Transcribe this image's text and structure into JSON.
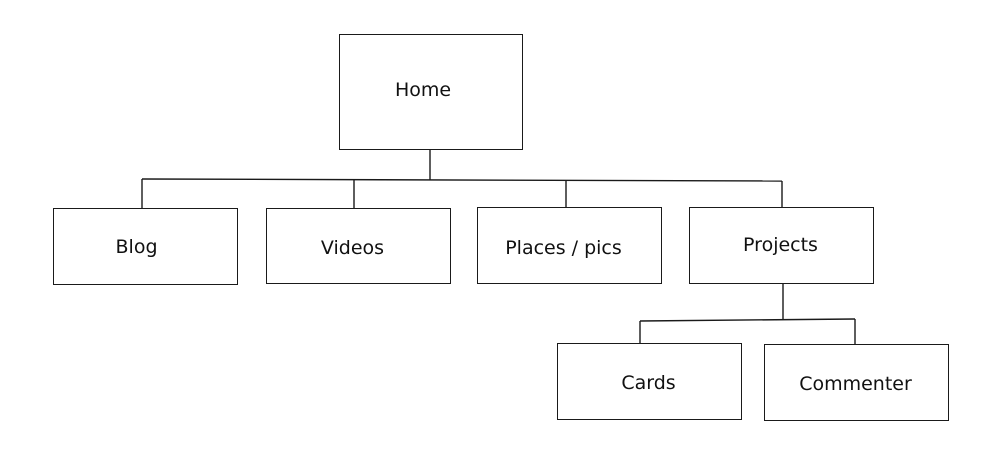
{
  "nodes": {
    "home": "Home",
    "blog": "Blog",
    "videos": "Videos",
    "places": "Places / pics",
    "projects": "Projects",
    "cards": "Cards",
    "commenter": "Commenter"
  },
  "edges": [
    [
      "home",
      "blog"
    ],
    [
      "home",
      "videos"
    ],
    [
      "home",
      "places"
    ],
    [
      "home",
      "projects"
    ],
    [
      "projects",
      "cards"
    ],
    [
      "projects",
      "commenter"
    ]
  ]
}
